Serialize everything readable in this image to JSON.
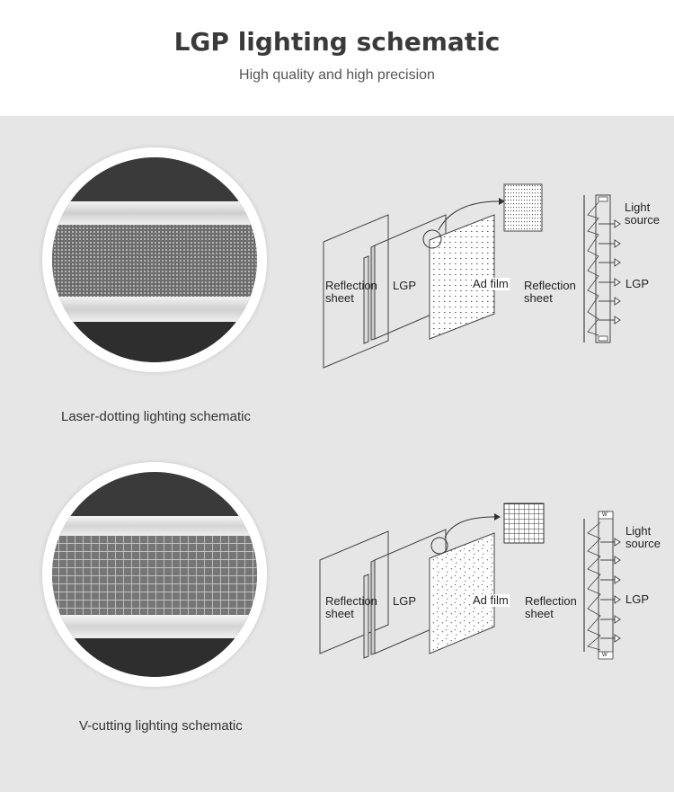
{
  "header": {
    "title": "LGP lighting schematic",
    "subtitle": "High quality and high precision"
  },
  "panels": [
    {
      "caption": "Laser-dotting lighting schematic",
      "labels": {
        "reflection_sheet": "Reflection\nsheet",
        "lgp": "LGP",
        "ad_film": "Ad film",
        "side_reflection_sheet": "Reflection\nsheet",
        "light_source": "Light\nsource",
        "side_lgp": "LGP"
      }
    },
    {
      "caption": "V-cutting lighting schematic",
      "labels": {
        "reflection_sheet": "Reflection\nsheet",
        "lgp": "LGP",
        "ad_film": "Ad film",
        "side_reflection_sheet": "Reflection\nsheet",
        "light_source": "Light\nsource",
        "side_lgp": "LGP"
      },
      "lamp_marker": "W"
    }
  ]
}
